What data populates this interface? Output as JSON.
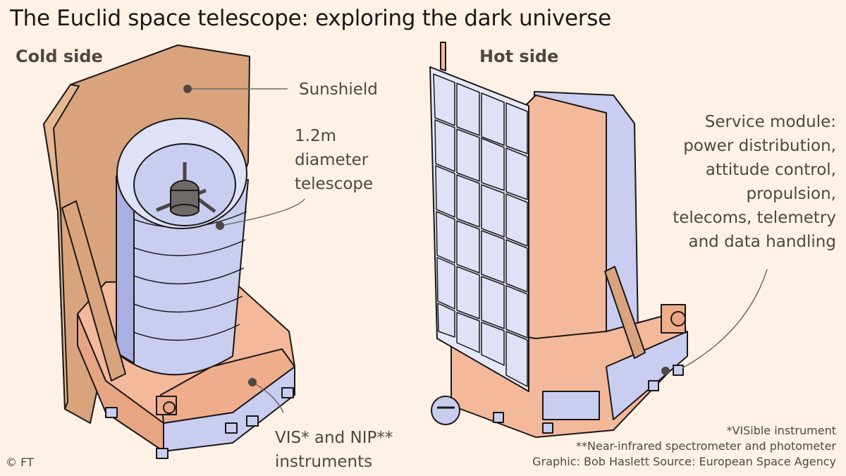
{
  "title": "The Euclid space telescope: exploring the dark universe",
  "panels": {
    "cold": {
      "label": "Cold side",
      "annotations": {
        "sunshield": "Sunshield",
        "telescope": [
          "1.2m",
          "diameter",
          "telescope"
        ],
        "instruments": [
          "VIS* and NIP**",
          "instruments"
        ]
      }
    },
    "hot": {
      "label": "Hot side",
      "annotations": {
        "service_module": [
          "Service module:",
          "power distribution,",
          "attitude control,",
          "propulsion,",
          "telecoms, telemetry",
          "and data handling"
        ]
      }
    }
  },
  "footnotes": {
    "vis": "*VISible instrument",
    "nip": "**Near-infrared spectrometer and photometer",
    "credit_line": "Graphic: Bob Haslett   Source: European Space Agency"
  },
  "copyright": "© FT",
  "colors": {
    "background": "#fff1e5",
    "sunshield": "#d9a47d",
    "platform": "#f3b99a",
    "telescope": "#c9cdf0",
    "telescope_shade": "#a9afe0",
    "panel_cell": "#dfe2f6",
    "outline": "#1a1817",
    "leader": "#6e6a67"
  }
}
